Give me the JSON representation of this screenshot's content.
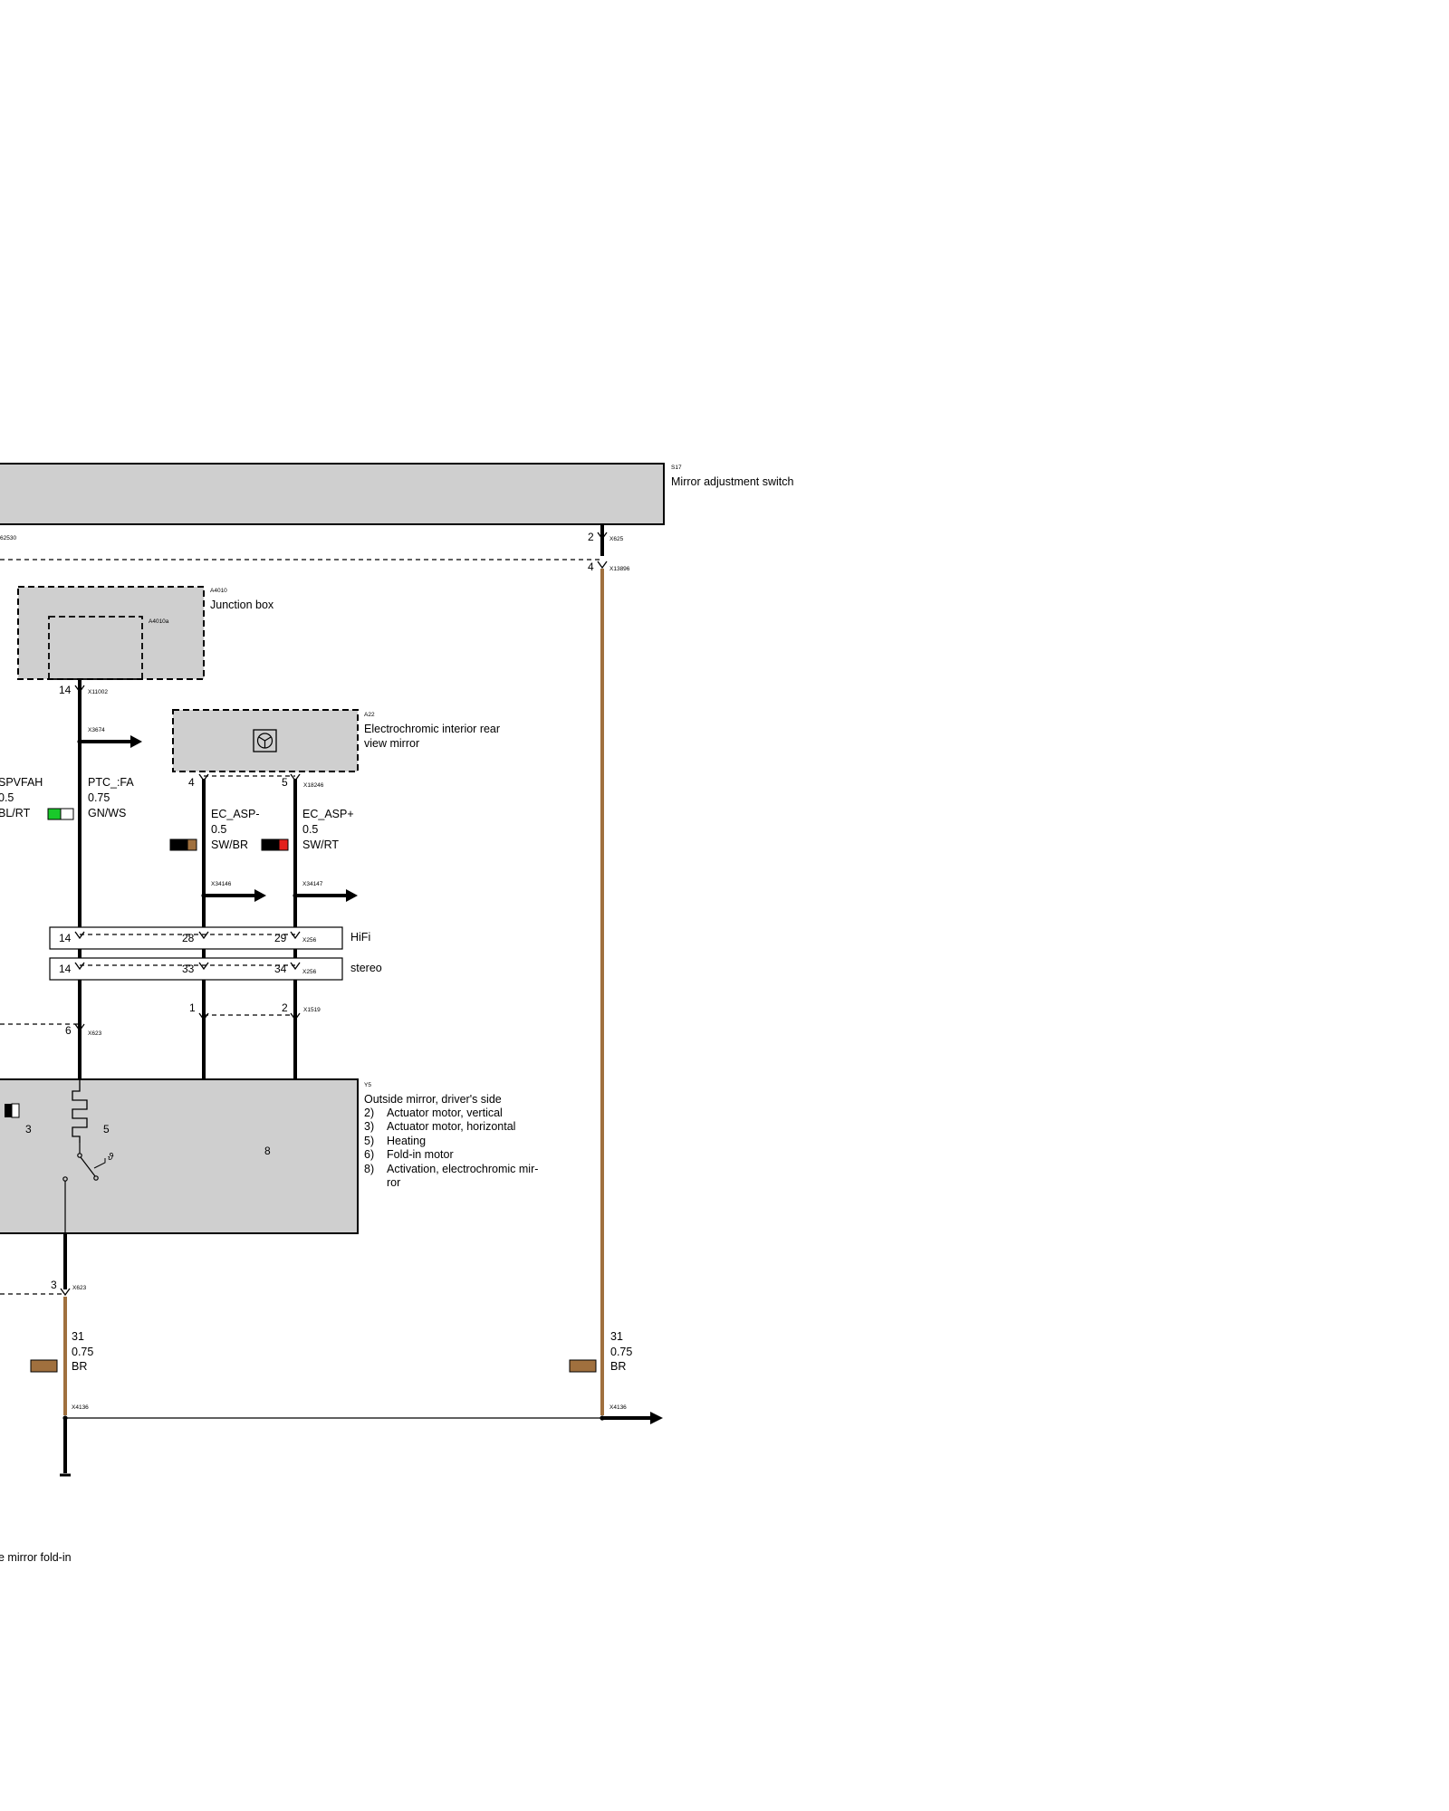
{
  "colors": {
    "wire_black": "#000000",
    "wire_brown": "#a0703e",
    "component_fill": "#cfcfcf",
    "swatch_green": "#19c92a",
    "swatch_red": "#e3201b",
    "swatch_brown": "#a0703e"
  },
  "components": {
    "s17": {
      "id": "S17",
      "name": "Mirror adjustment switch",
      "left_connector_partial": "62530",
      "connector": "X625",
      "pin": "2"
    },
    "a4010": {
      "id": "A4010",
      "name": "Junction box",
      "sub_id": "A4010a",
      "connector": "X11002",
      "pin": "14"
    },
    "a22": {
      "id": "A22",
      "name_line1": "Electrochromic interior rear",
      "name_line2": "view mirror",
      "connector": "X18246",
      "pin_left": "4",
      "pin_right": "5",
      "icon": "mirror-symbol-icon"
    },
    "y5": {
      "id": "Y5",
      "name": "Outside mirror, driver's side",
      "legend": [
        {
          "num": "2)",
          "text": "Actuator motor, vertical"
        },
        {
          "num": "3)",
          "text": "Actuator motor, horizontal"
        },
        {
          "num": "5)",
          "text": "Heating"
        },
        {
          "num": "6)",
          "text": "Fold-in motor"
        },
        {
          "num": "8)",
          "text": "Activation, electrochromic mir-"
        },
        {
          "num": "",
          "text": "ror"
        }
      ],
      "internal_labels": {
        "three": "3",
        "five": "5",
        "eight": "8",
        "theta": "ϑ"
      },
      "connector": "X623",
      "pin_top": "6",
      "pin_bottom": "3"
    }
  },
  "connectors": {
    "x13896": {
      "id": "X13896",
      "pin": "4"
    },
    "x3674": {
      "id": "X3674"
    },
    "x34146": {
      "id": "X34146"
    },
    "x34147": {
      "id": "X34147"
    },
    "x256_hifi": {
      "id": "X256",
      "label": "HiFi",
      "pins": [
        "14",
        "28",
        "29"
      ]
    },
    "x256_stereo": {
      "id": "X256",
      "label": "stereo",
      "pins": [
        "14",
        "33",
        "34"
      ]
    },
    "x1519": {
      "id": "X1519",
      "pin_left": "1",
      "pin_right": "2"
    },
    "x4136_left": {
      "id": "X4136"
    },
    "x4136_right": {
      "id": "X4136"
    }
  },
  "wires": {
    "left_partial": {
      "signal": "SPVFAH",
      "size": "0.5",
      "color_code": "BL/RT"
    },
    "ptc": {
      "signal": "PTC_:FA",
      "size": "0.75",
      "color_code": "GN/WS"
    },
    "ec_minus": {
      "signal": "EC_ASP-",
      "size": "0.5",
      "color_code": "SW/BR"
    },
    "ec_plus": {
      "signal": "EC_ASP+",
      "size": "0.5",
      "color_code": "SW/RT"
    },
    "ground_left": {
      "signal": "31",
      "size": "0.75",
      "color_code": "BR"
    },
    "ground_right": {
      "signal": "31",
      "size": "0.75",
      "color_code": "BR"
    }
  },
  "caption": "e mirror fold-in"
}
